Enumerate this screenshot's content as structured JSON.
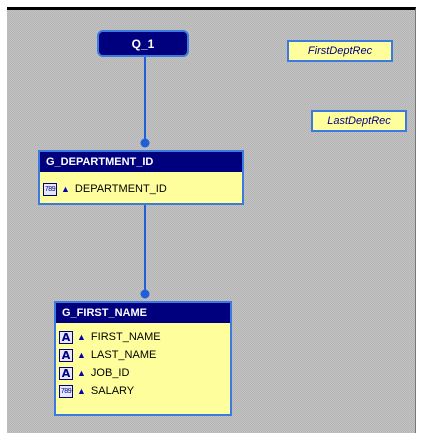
{
  "query": {
    "label": "Q_1"
  },
  "summaries": [
    {
      "label": "FirstDeptRec"
    },
    {
      "label": "LastDeptRec"
    }
  ],
  "groups": [
    {
      "title": "G_DEPARTMENT_ID",
      "columns": [
        {
          "name": "DEPARTMENT_ID",
          "type": "number",
          "icon": "number-type-icon",
          "type_glyph": "789"
        }
      ]
    },
    {
      "title": "G_FIRST_NAME",
      "columns": [
        {
          "name": "FIRST_NAME",
          "type": "character",
          "icon": "character-type-icon",
          "type_glyph": "A"
        },
        {
          "name": "LAST_NAME",
          "type": "character",
          "icon": "character-type-icon",
          "type_glyph": "A"
        },
        {
          "name": "JOB_ID",
          "type": "character",
          "icon": "character-type-icon",
          "type_glyph": "A"
        },
        {
          "name": "SALARY",
          "type": "number",
          "icon": "number-type-icon",
          "type_glyph": "789"
        }
      ]
    }
  ],
  "colors": {
    "node_fill": "#00007e",
    "node_border": "#3b7bdf",
    "column_background": "#fffe9c",
    "connector": "#1f5fd8"
  }
}
